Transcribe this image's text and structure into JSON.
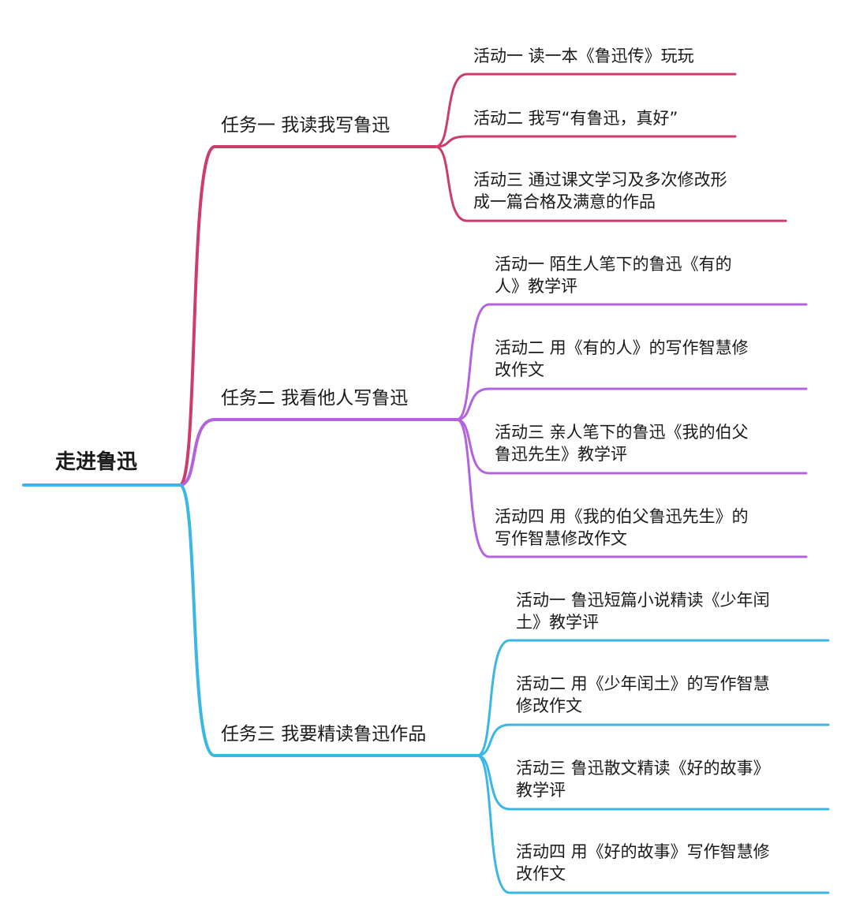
{
  "root": {
    "label": "走进鲁迅",
    "color": "#3bb7e6"
  },
  "tasks": [
    {
      "label": "任务一 我读我写鲁迅",
      "color": "#cc3d6a",
      "activities": [
        {
          "lines": [
            "活动一 读一本《鲁迅传》玩玩"
          ]
        },
        {
          "lines": [
            "活动二 我写“有鲁迅，真好”"
          ]
        },
        {
          "lines": [
            "活动三 通过课文学习及多次修改形",
            "成一篇合格及满意的作品"
          ]
        }
      ]
    },
    {
      "label": "任务二 我看他人写鲁迅",
      "color": "#b463df",
      "activities": [
        {
          "lines": [
            "活动一 陌生人笔下的鲁迅《有的",
            "人》教学评"
          ]
        },
        {
          "lines": [
            "活动二 用《有的人》的写作智慧修",
            "改作文"
          ]
        },
        {
          "lines": [
            "活动三 亲人笔下的鲁迅《我的伯父",
            "鲁迅先生》教学评"
          ]
        },
        {
          "lines": [
            "活动四 用《我的伯父鲁迅先生》的",
            "写作智慧修改作文"
          ]
        }
      ]
    },
    {
      "label": "任务三 我要精读鲁迅作品",
      "color": "#3bb7e6",
      "activities": [
        {
          "lines": [
            "活动一 鲁迅短篇小说精读《少年闰",
            "土》教学评"
          ]
        },
        {
          "lines": [
            "活动二 用《少年闰土》的写作智慧",
            "修改作文"
          ]
        },
        {
          "lines": [
            "活动三 鲁迅散文精读《好的故事》",
            "教学评"
          ]
        },
        {
          "lines": [
            "活动四 用《好的故事》写作智慧修",
            "改作文"
          ]
        }
      ]
    }
  ]
}
